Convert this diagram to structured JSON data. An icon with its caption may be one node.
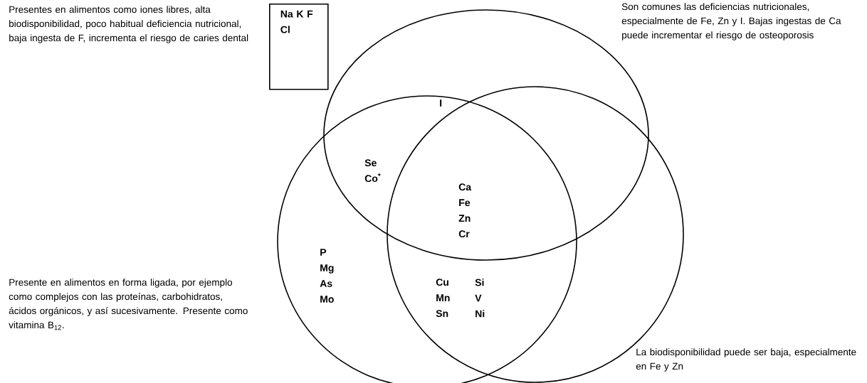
{
  "diagram": {
    "nodes": [
      {
        "text": [
          "Na K F Cl"
        ]
      },
      {
        "text": [],
        "shape": "circle"
      },
      {
        "text": [],
        "shape": "circle"
      },
      {
        "text": [],
        "shape": "circle"
      }
    ],
    "labels": [
      "Presentes en alimentos como iones libres, alta biodisponibilidad, poco habitual deficiencia nutricional, baja ingesta de F, incrementa el riesgo de caries dental",
      "Son comunes las deficiencias nutricionales, especialmente de Fe, Zn y I. Bajas ingestas de Ca puede incrementar el riesgo de osteoporosis",
      "I",
      "Se Co$^{*}$",
      "Ca Fe Zn Cr",
      "P Mg As Mo",
      "Presente en alimentos en forma ligada, por ejemplo como complejos con las proteínas, carbohidratos, ácidos orgánicos, y así sucesivamente. Presente como vitamina B$_{12}$.",
      "Cu Mn Sn",
      "Si V Ni",
      "La biodisponibilidad puede ser baja, especialmente en Fe y Zn"
    ]
  }
}
